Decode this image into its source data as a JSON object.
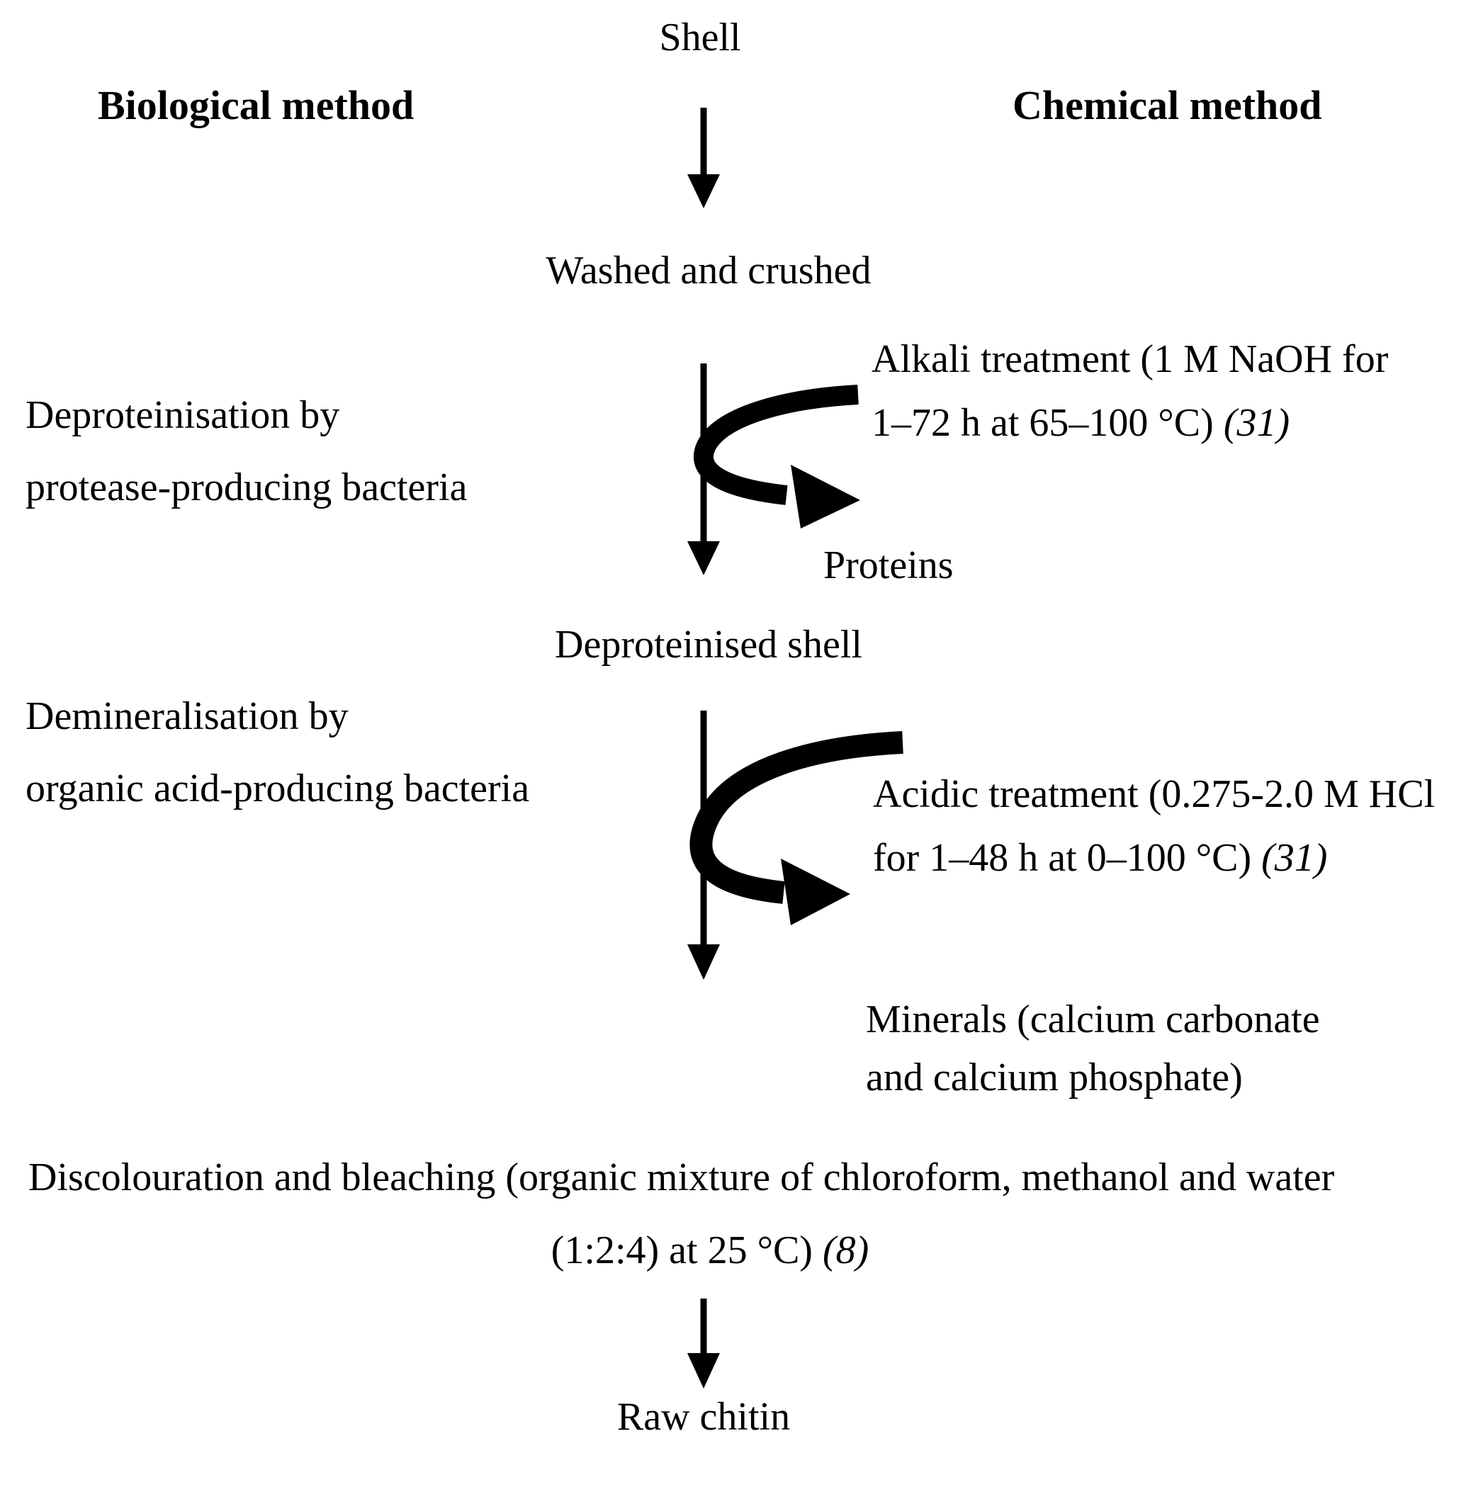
{
  "colors": {
    "ink": "#000000",
    "background": "#ffffff"
  },
  "headers": {
    "biological": "Biological method",
    "chemical": "Chemical method"
  },
  "flow_nodes": {
    "shell": "Shell",
    "washed": "Washed and crushed",
    "deproteinised_shell": "Deproteinised shell",
    "raw_chitin": "Raw chitin"
  },
  "biological_steps": {
    "deproteinisation": [
      "Deproteinisation by",
      "protease-producing bacteria"
    ],
    "demineralisation": [
      "Demineralisation by",
      "organic acid-producing bacteria"
    ]
  },
  "chemical_steps": {
    "alkali": {
      "line1": "Alkali treatment (1 M NaOH for",
      "line2": "1–72 h at 65–100 °C)",
      "ref": "(31)"
    },
    "acidic": {
      "line1": "Acidic treatment (0.275-2.0 M HCl",
      "line2": "for 1–48 h at 0–100 °C)",
      "ref": "(31)"
    }
  },
  "byproducts": {
    "proteins": "Proteins",
    "minerals_line1": "Minerals (calcium carbonate",
    "minerals_line2": "and calcium phosphate)"
  },
  "final_step": {
    "line1": "Discolouration and bleaching (organic mixture of chloroform, methanol and water",
    "line2": "(1:2:4) at 25 °C)",
    "ref": "(8)"
  }
}
